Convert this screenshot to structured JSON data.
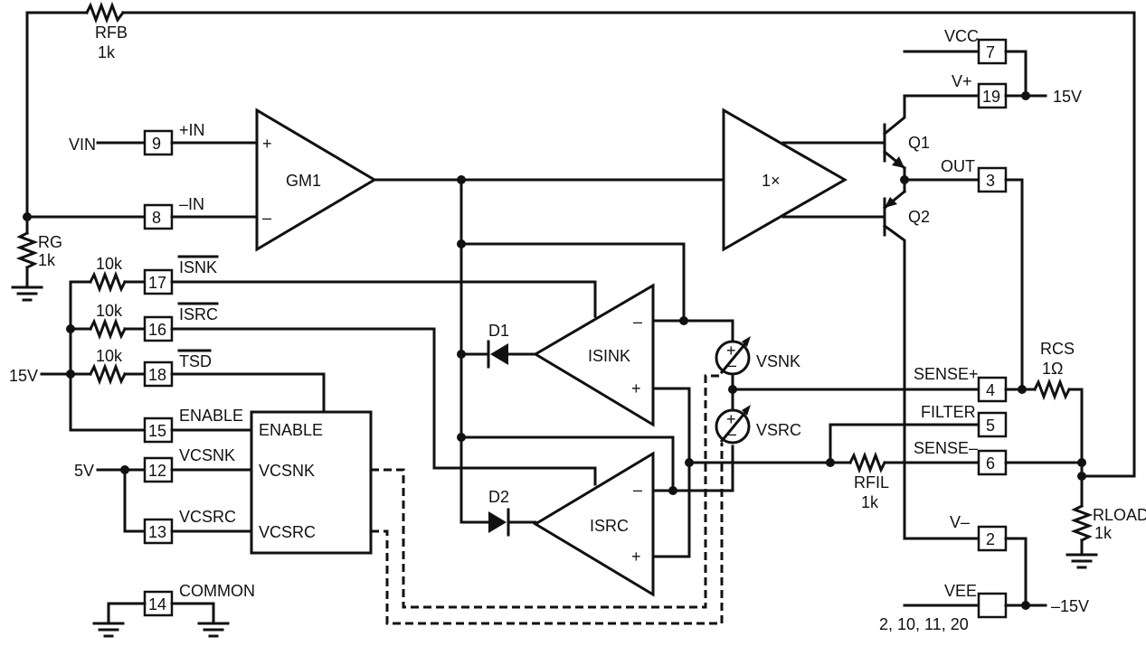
{
  "components": {
    "rfb": {
      "name": "RFB",
      "value": "1k"
    },
    "rg": {
      "name": "RG",
      "value": "1k"
    },
    "rcs": {
      "name": "RCS",
      "value": "1Ω"
    },
    "rfil": {
      "name": "RFIL",
      "value": "1k"
    },
    "rload": {
      "name": "RLOAD",
      "value": "1k"
    },
    "r_isnk": "10k",
    "r_isrc": "10k",
    "r_tsd": "10k",
    "gm1": "GM1",
    "buffer": "1×",
    "q1": "Q1",
    "q2": "Q2",
    "d1": "D1",
    "d2": "D2",
    "isink": "ISINK",
    "isrc": "ISRC",
    "vsnk": "VSNK",
    "vsrc": "VSRC"
  },
  "pins": {
    "p9": "9",
    "p8": "8",
    "p17": "17",
    "p16": "16",
    "p18": "18",
    "p15": "15",
    "p12": "12",
    "p13": "13",
    "p14": "14",
    "p7": "7",
    "p19": "19",
    "p3": "3",
    "p4": "4",
    "p5": "5",
    "p6": "6",
    "p2": "2"
  },
  "labels": {
    "vin": "VIN",
    "plus_in": "+IN",
    "minus_in": "–IN",
    "isnk": "ISNK",
    "isrc": "ISRC",
    "tsd": "TSD",
    "enable": "ENABLE",
    "vcsnk": "VCSNK",
    "vcsrc": "VCSRC",
    "common": "COMMON",
    "vcc": "VCC",
    "vplus": "V+",
    "out": "OUT",
    "sense_plus": "SENSE+",
    "filter": "FILTER",
    "sense_minus": "SENSE–",
    "vminus": "V–",
    "vee": "VEE",
    "vee_pins": "2, 10, 11, 20",
    "v15_left": "15V",
    "v5": "5V",
    "v15_right": "15V",
    "vneg15": "–15V",
    "block_enable": "ENABLE",
    "block_vcsnk": "VCSNK",
    "block_vcsrc": "VCSRC",
    "plus": "+",
    "minus": "–"
  }
}
